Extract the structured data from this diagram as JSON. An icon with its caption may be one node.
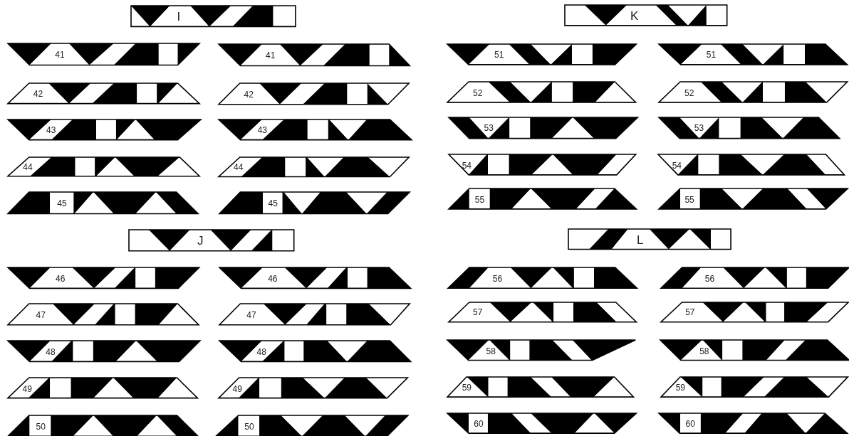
{
  "diagram": {
    "nodes": [
      {
        "text": [
          "I"
        ]
      },
      {
        "text": [
          "41"
        ]
      },
      {
        "text": [
          "41"
        ]
      },
      {
        "text": [
          "42"
        ]
      },
      {
        "text": [
          "42"
        ]
      },
      {
        "text": [
          "43"
        ]
      },
      {
        "text": [
          "43"
        ]
      },
      {
        "text": [
          "44"
        ]
      },
      {
        "text": [
          "44"
        ]
      },
      {
        "text": [
          "45"
        ]
      },
      {
        "text": [
          "45"
        ]
      },
      {
        "text": [
          "K"
        ]
      },
      {
        "text": [
          "51"
        ]
      },
      {
        "text": [
          "51"
        ]
      },
      {
        "text": [
          "52"
        ]
      },
      {
        "text": [
          "52"
        ]
      },
      {
        "text": [
          "53"
        ]
      },
      {
        "text": [
          "53"
        ]
      },
      {
        "text": [
          "54"
        ]
      },
      {
        "text": [
          "54"
        ]
      },
      {
        "text": [
          "55"
        ]
      },
      {
        "text": [
          "55"
        ]
      },
      {
        "text": [
          "J"
        ]
      },
      {
        "text": [
          "46"
        ]
      },
      {
        "text": [
          "46"
        ]
      },
      {
        "text": [
          "47"
        ]
      },
      {
        "text": [
          "47"
        ]
      },
      {
        "text": [
          "48"
        ]
      },
      {
        "text": [
          "48"
        ]
      },
      {
        "text": [
          "49"
        ]
      },
      {
        "text": [
          "49"
        ]
      },
      {
        "text": [
          "50"
        ]
      },
      {
        "text": [
          "50"
        ]
      },
      {
        "text": [
          "L"
        ]
      },
      {
        "text": [
          "56"
        ]
      },
      {
        "text": [
          "56"
        ]
      },
      {
        "text": [
          "57"
        ]
      },
      {
        "text": [
          "57"
        ]
      },
      {
        "text": [
          "58"
        ]
      },
      {
        "text": [
          "58"
        ]
      },
      {
        "text": [
          "59"
        ]
      },
      {
        "text": [
          "59"
        ]
      },
      {
        "text": [
          "60"
        ]
      },
      {
        "text": [
          "60"
        ]
      }
    ]
  }
}
